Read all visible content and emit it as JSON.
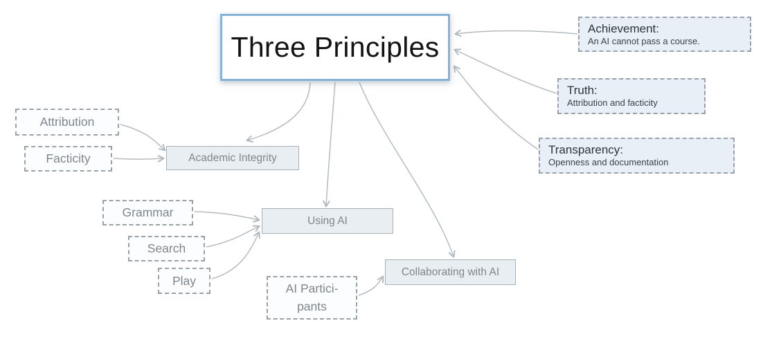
{
  "root": {
    "label": "Three Principles"
  },
  "principles": {
    "achievement": {
      "label": "Achievement:",
      "detail": "An AI cannot pass a course."
    },
    "truth": {
      "label": "Truth:",
      "detail": "Attribution and facticity"
    },
    "transparency": {
      "label": "Transparency:",
      "detail": "Openness and documentation"
    }
  },
  "branches": {
    "academic_integrity": {
      "label": "Academic Integrity"
    },
    "using_ai": {
      "label": "Using AI"
    },
    "collaborating": {
      "label": "Collaborating with AI"
    }
  },
  "notes": {
    "attribution": {
      "label": "Attribution"
    },
    "facticity": {
      "label": "Facticity"
    },
    "grammar": {
      "label": "Grammar"
    },
    "search": {
      "label": "Search"
    },
    "play": {
      "label": "Play"
    },
    "ai_participants": {
      "label": "AI Partici-\npants"
    }
  },
  "colors": {
    "accent_border": "#85b2d6",
    "dash_border": "#9aa1a7",
    "solid_border": "#a7aeb4",
    "solid_fill": "#e9eef2",
    "info_fill": "#e8eff7",
    "arrow": "#b4bbc1",
    "text_muted": "#7e868d"
  }
}
